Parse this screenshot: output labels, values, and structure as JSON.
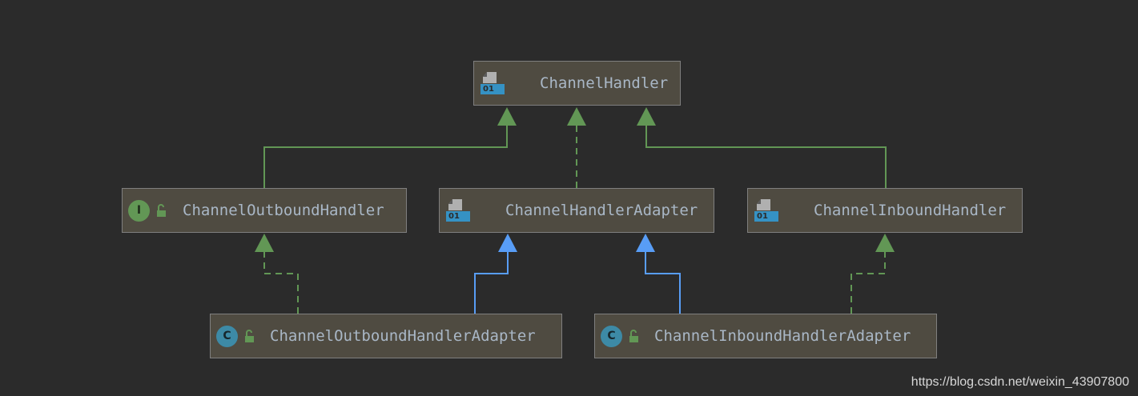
{
  "colors": {
    "background": "#2b2b2b",
    "node_fill": "#4f4b41",
    "node_border": "#7f7f7f",
    "implements_arrow": "#629755",
    "extends_arrow": "#589df6",
    "text": "#a9b7c6"
  },
  "nodes": {
    "channel_handler": {
      "name": "ChannelHandler",
      "icon": "binary-file-icon"
    },
    "channel_outbound_handler": {
      "name": "ChannelOutboundHandler",
      "icon": "interface-icon",
      "visibility_icon": "unlocked-icon",
      "kind_letter": "I"
    },
    "channel_handler_adapter": {
      "name": "ChannelHandlerAdapter",
      "icon": "binary-file-icon"
    },
    "channel_inbound_handler": {
      "name": "ChannelInboundHandler",
      "icon": "binary-file-icon"
    },
    "channel_outbound_handler_adapter": {
      "name": "ChannelOutboundHandlerAdapter",
      "icon": "class-icon",
      "visibility_icon": "unlocked-icon",
      "kind_letter": "C"
    },
    "channel_inbound_handler_adapter": {
      "name": "ChannelInboundHandlerAdapter",
      "icon": "class-icon",
      "visibility_icon": "unlocked-icon",
      "kind_letter": "C"
    }
  },
  "binary_icon_text": "01",
  "edges": [
    {
      "from": "ChannelOutboundHandler",
      "to": "ChannelHandler",
      "kind": "extends-interface",
      "style": "solid",
      "color": "green"
    },
    {
      "from": "ChannelHandlerAdapter",
      "to": "ChannelHandler",
      "kind": "implements",
      "style": "dashed",
      "color": "green"
    },
    {
      "from": "ChannelInboundHandler",
      "to": "ChannelHandler",
      "kind": "extends-interface",
      "style": "solid",
      "color": "green"
    },
    {
      "from": "ChannelOutboundHandlerAdapter",
      "to": "ChannelOutboundHandler",
      "kind": "implements",
      "style": "dashed",
      "color": "green"
    },
    {
      "from": "ChannelOutboundHandlerAdapter",
      "to": "ChannelHandlerAdapter",
      "kind": "extends",
      "style": "solid",
      "color": "blue"
    },
    {
      "from": "ChannelInboundHandlerAdapter",
      "to": "ChannelHandlerAdapter",
      "kind": "extends",
      "style": "solid",
      "color": "blue"
    },
    {
      "from": "ChannelInboundHandlerAdapter",
      "to": "ChannelInboundHandler",
      "kind": "implements",
      "style": "dashed",
      "color": "green"
    }
  ],
  "watermark": "https://blog.csdn.net/weixin_43907800"
}
